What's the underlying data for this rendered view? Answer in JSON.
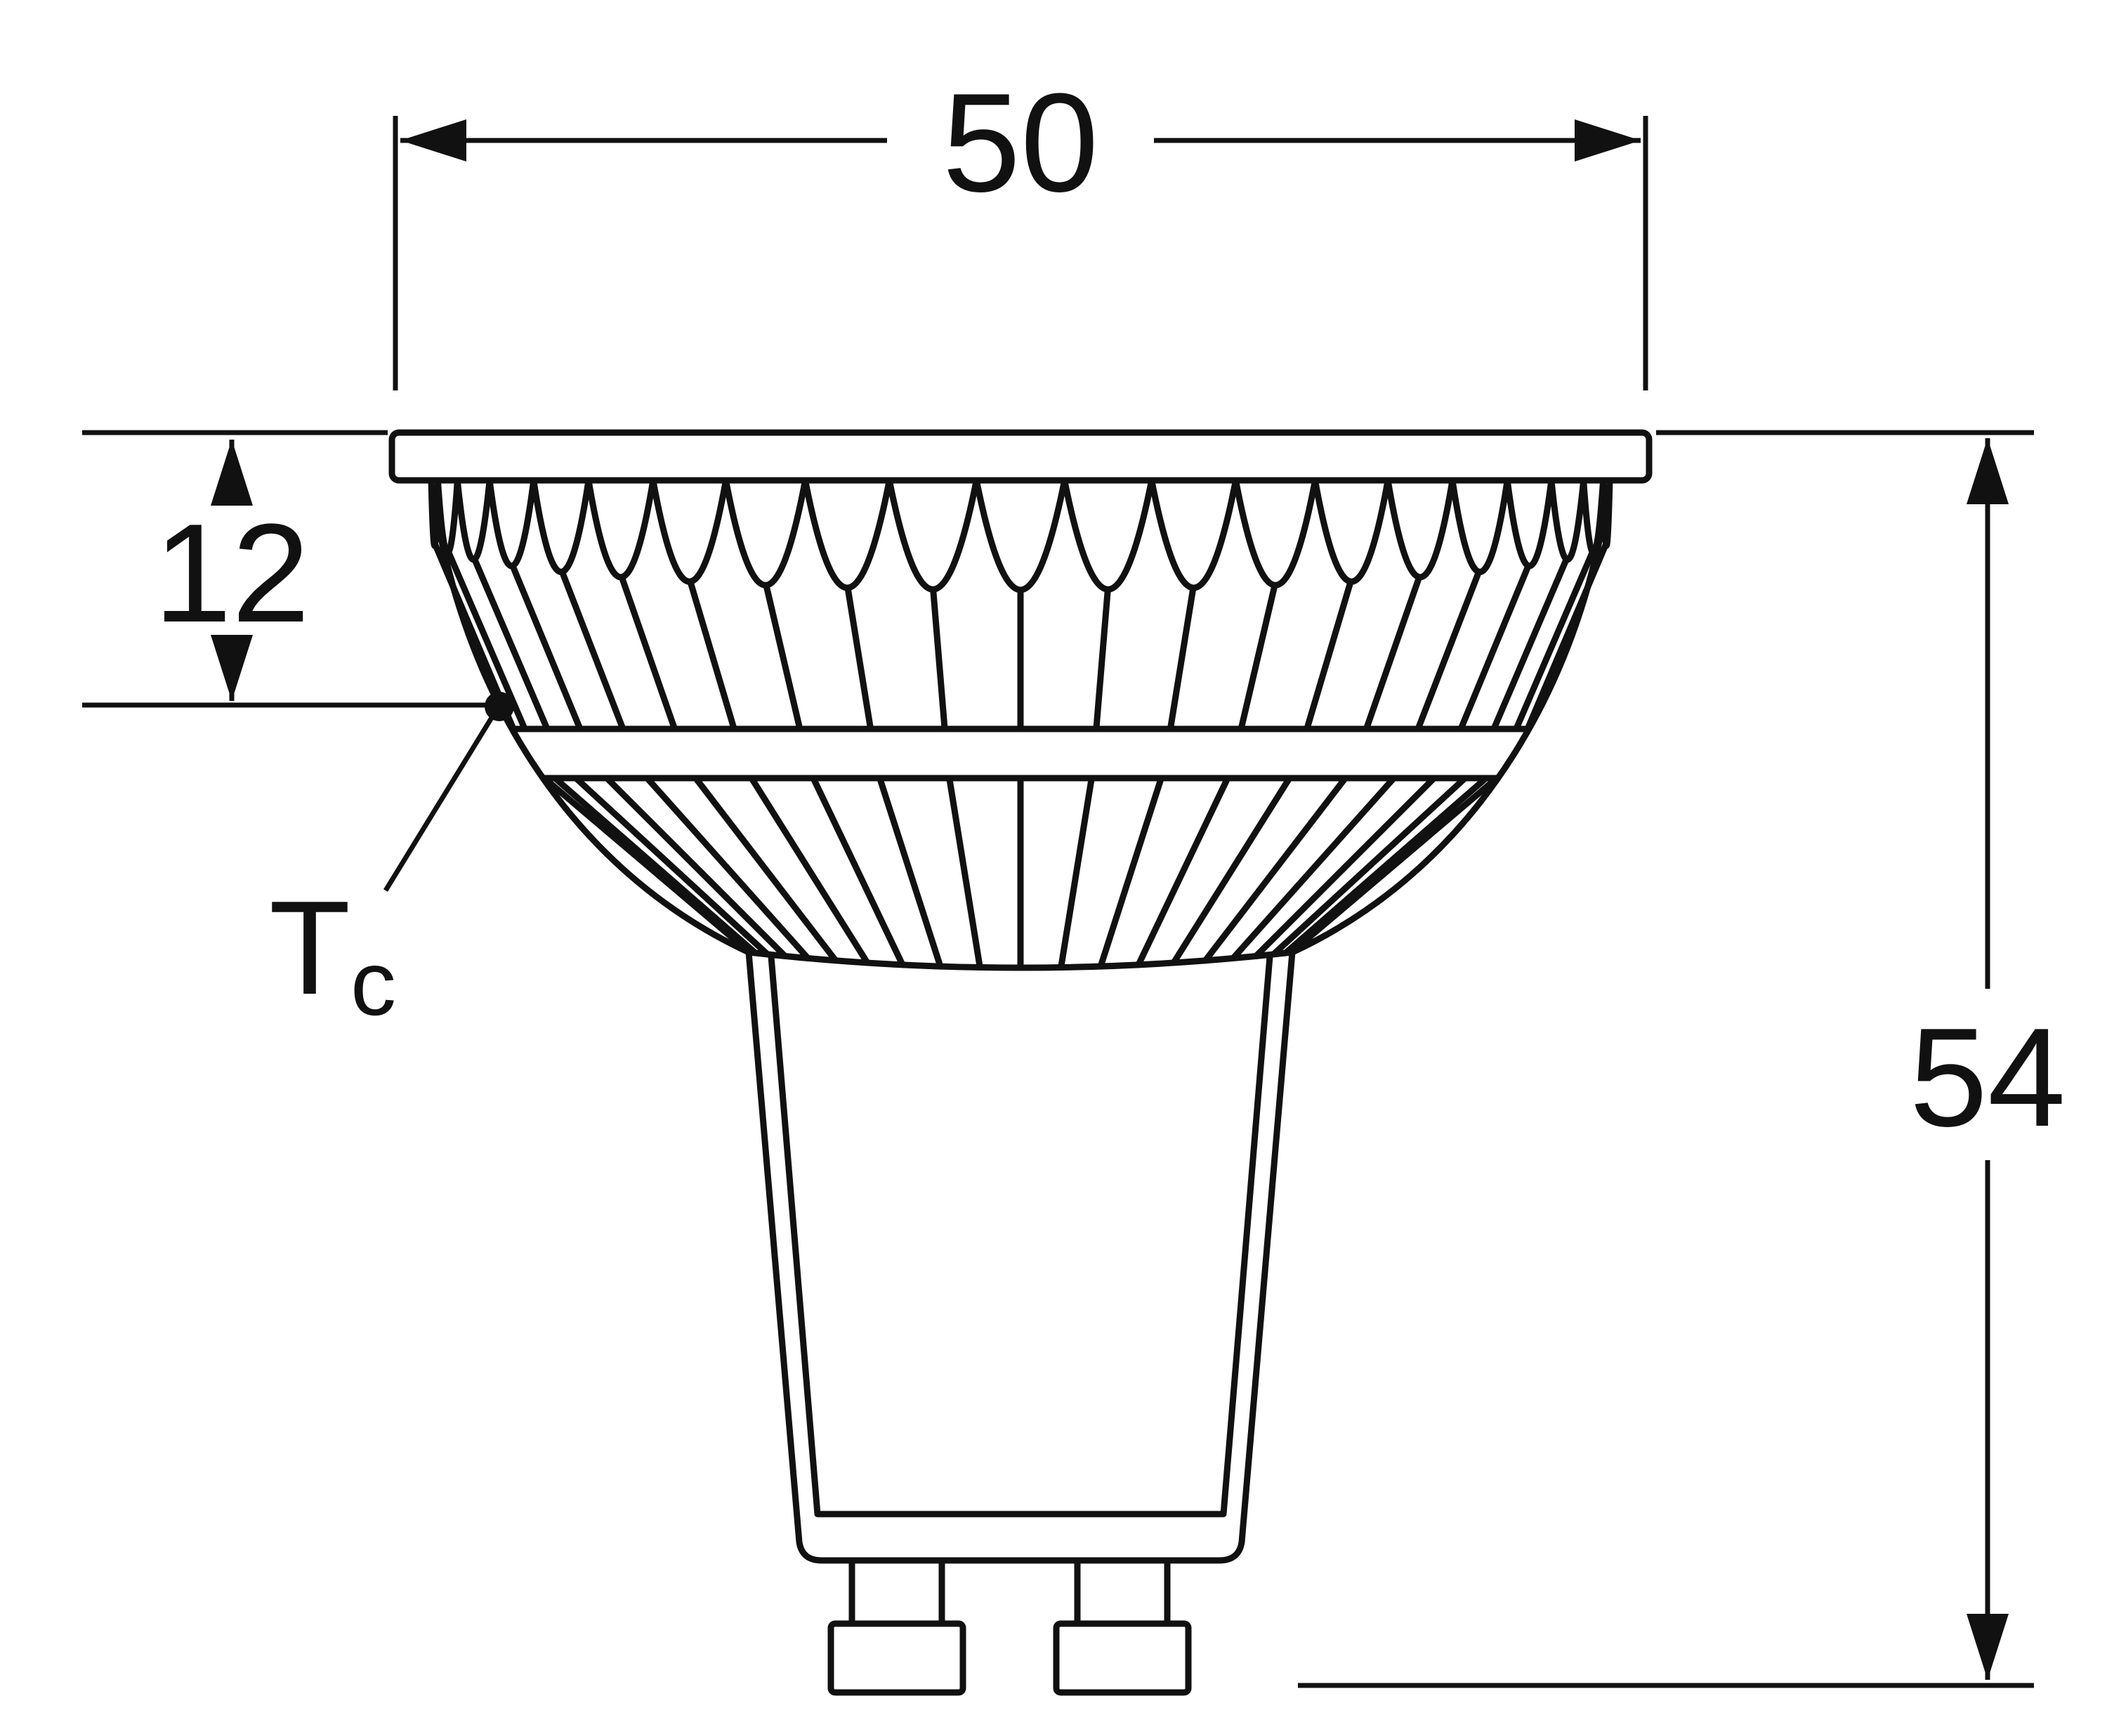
{
  "drawing": {
    "background_color": "#ffffff",
    "line_color": "#111111",
    "dimensions": {
      "face_width": "50",
      "head_height": "12",
      "overall_height": "54"
    },
    "tc_point": {
      "label_main": "T",
      "label_sub": "c"
    }
  }
}
